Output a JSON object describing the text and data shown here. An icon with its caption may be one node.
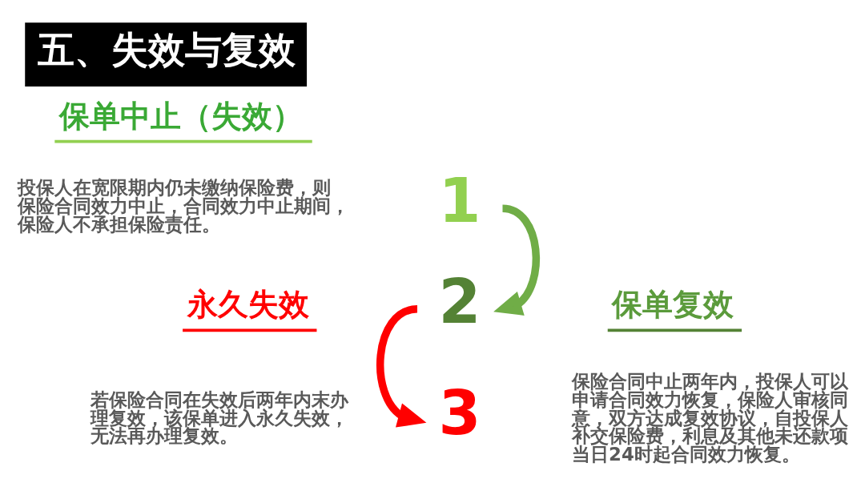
{
  "diagram": {
    "title": "五、失效与复效",
    "nodes": [
      {
        "text": [
          "1"
        ]
      },
      {
        "text": [
          "2"
        ]
      },
      {
        "text": [
          "3"
        ]
      }
    ],
    "edges": [
      {
        "from": 0,
        "to": 1,
        "arrow": "to",
        "color": "#70ad47"
      },
      {
        "from": 1,
        "to": 2,
        "arrow": "to",
        "color": "#ff0000"
      }
    ],
    "labels": [
      "保单中止（失效）",
      "投保人在宽限期内仍未缴纳保险费，则保险合同效力中止，合同效力中止期间，保险人不承担保险责任。",
      "保单复效",
      "保险合同中止两年内，投保人可以申请合同效力恢复，保险人审核同意，双方达成复效协议，自投保人补交保险费，利息及其他未还款项当日24时起合同效力恢复。",
      "永久失效",
      "若保险合同在失效后两年内末办理复效，该保单进入永久失效，无法再办理复效。"
    ]
  }
}
